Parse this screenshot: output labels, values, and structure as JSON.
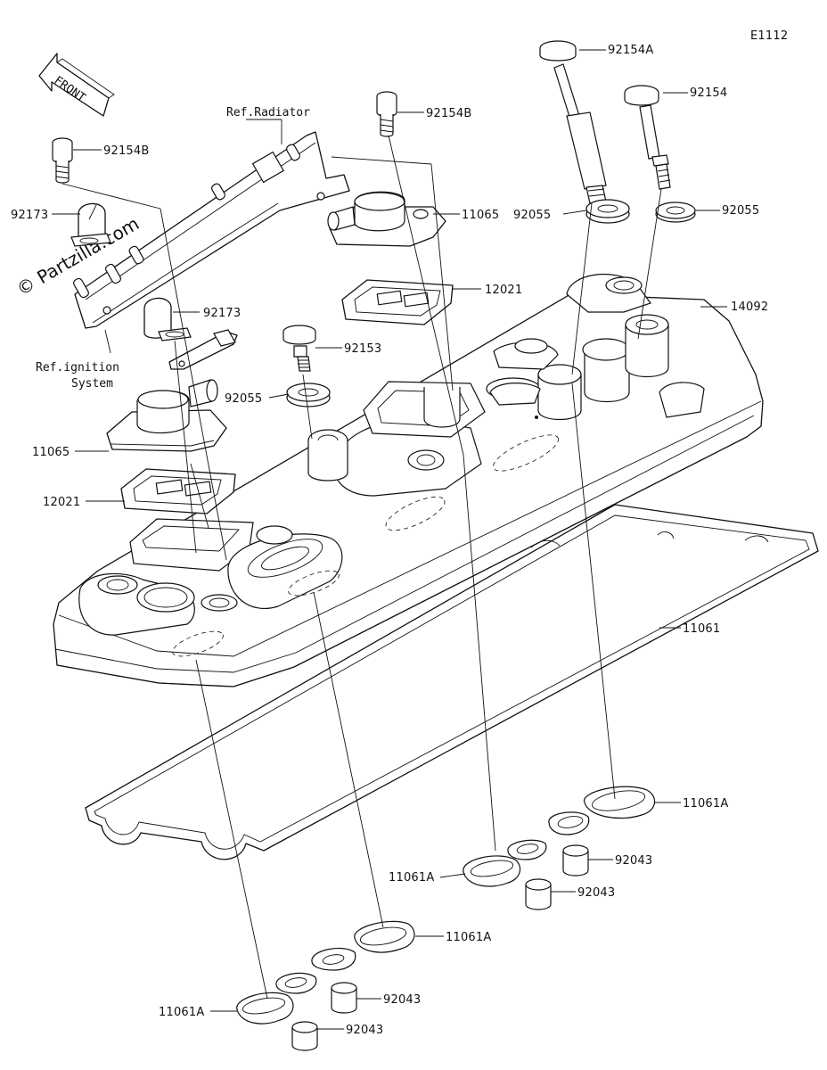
{
  "diagram_code": "E1112",
  "watermark": "© Partzilla.com",
  "front_arrow": {
    "label": "FRONT"
  },
  "references": {
    "radiator": "Ref.Radiator",
    "ignition_line1": "Ref.ignition",
    "ignition_line2": "System"
  },
  "parts": {
    "p92154A": "92154A",
    "p92154": "92154",
    "p92154B_mid": "92154B",
    "p92154B_left": "92154B",
    "p11065_right": "11065",
    "p92055_right": "92055",
    "p92055_mid": "92055",
    "p92173_top": "92173",
    "p92173_mid": "92173",
    "p12021_right": "12021",
    "p14092": "14092",
    "p92153": "92153",
    "p92055_left": "92055",
    "p11065_left": "11065",
    "p12021_left": "12021",
    "p11061": "11061",
    "p11061A_r": "11061A",
    "p11061A_m": "11061A",
    "p11061A_lr": "11061A",
    "p11061A_ll": "11061A",
    "p92043_r1": "92043",
    "p92043_r2": "92043",
    "p92043_l1": "92043",
    "p92043_l2": "92043"
  }
}
